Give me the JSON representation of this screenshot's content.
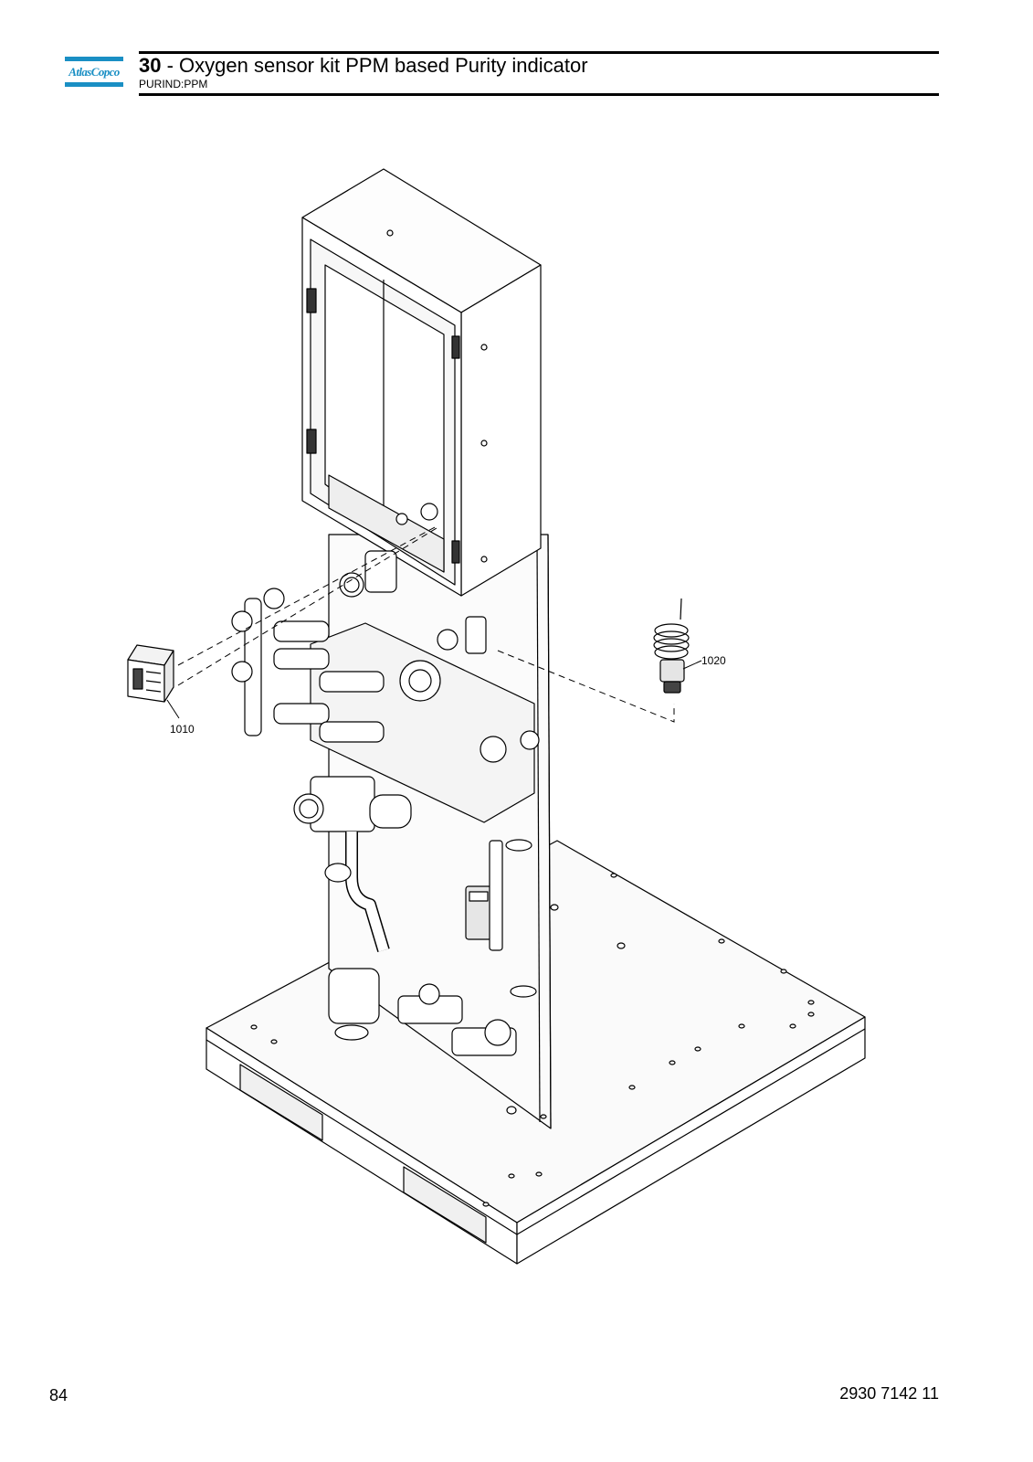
{
  "header": {
    "logo_text": "AtlasCopco",
    "section_number": "30",
    "separator": " - ",
    "title": "Oxygen sensor kit PPM based Purity indicator",
    "code": "PURIND:PPM"
  },
  "callouts": {
    "c1010": "1010",
    "c1020": "1020"
  },
  "footer": {
    "page_number": "84",
    "document_number": "2930 7142 11"
  },
  "colors": {
    "brand_blue": "#1a8fc4"
  }
}
